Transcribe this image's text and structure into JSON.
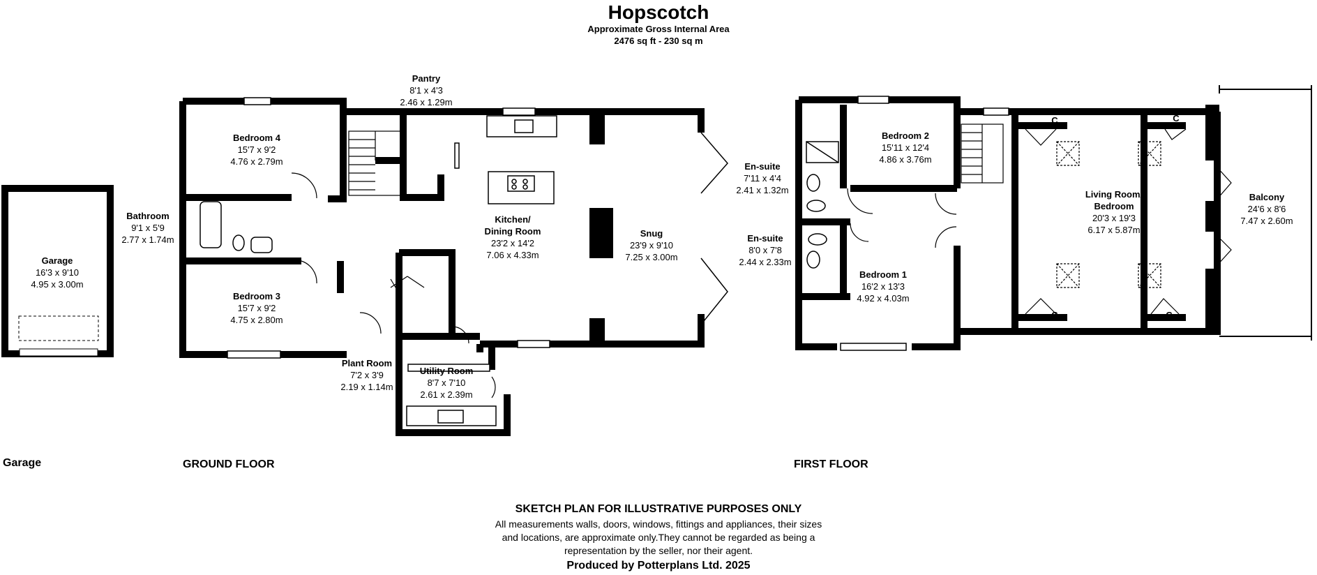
{
  "header": {
    "title": "Hopscotch",
    "area_label": "Approximate Gross Internal Area",
    "area_value": "2476 sq ft - 230 sq m"
  },
  "rooms": {
    "garage": {
      "name": "Garage",
      "imp": "16'3 x 9'10",
      "met": "4.95 x 3.00m"
    },
    "bathroom": {
      "name": "Bathroom",
      "imp": "9'1 x 5'9",
      "met": "2.77 x 1.74m"
    },
    "bedroom4": {
      "name": "Bedroom 4",
      "imp": "15'7 x 9'2",
      "met": "4.76 x 2.79m"
    },
    "bedroom3": {
      "name": "Bedroom 3",
      "imp": "15'7 x 9'2",
      "met": "4.75 x 2.80m"
    },
    "pantry": {
      "name": "Pantry",
      "imp": "8'1 x 4'3",
      "met": "2.46 x 1.29m"
    },
    "kitchen": {
      "name": "Kitchen/",
      "name2": "Dining Room",
      "imp": "23'2 x 14'2",
      "met": "7.06 x 4.33m"
    },
    "snug": {
      "name": "Snug",
      "imp": "23'9 x 9'10",
      "met": "7.25 x 3.00m"
    },
    "plant": {
      "name": "Plant Room",
      "imp": "7'2 x 3'9",
      "met": "2.19 x 1.14m"
    },
    "utility": {
      "name": "Utility Room",
      "imp": "8'7 x 7'10",
      "met": "2.61 x 2.39m"
    },
    "ensuite1": {
      "name": "En-suite",
      "imp": "7'11 x 4'4",
      "met": "2.41 x 1.32m"
    },
    "ensuite2": {
      "name": "En-suite",
      "imp": "8'0 x 7'8",
      "met": "2.44 x 2.33m"
    },
    "bedroom2": {
      "name": "Bedroom 2",
      "imp": "15'11 x 12'4",
      "met": "4.86 x 3.76m"
    },
    "bedroom1": {
      "name": "Bedroom 1",
      "imp": "16'2 x 13'3",
      "met": "4.92 x 4.03m"
    },
    "living": {
      "name": "Living Room/",
      "name2": "Bedroom",
      "imp": "20'3 x 19'3",
      "met": "6.17 x 5.87m"
    },
    "balcony": {
      "name": "Balcony",
      "imp": "24'6 x 8'6",
      "met": "7.47 x 2.60m"
    }
  },
  "cupboard_label": "C",
  "floors": {
    "garage": "Garage",
    "ground": "GROUND FLOOR",
    "first": "FIRST FLOOR"
  },
  "disclaimer": {
    "heading": "SKETCH PLAN FOR ILLUSTRATIVE PURPOSES ONLY",
    "line1": "All measurements walls, doors, windows, fittings and appliances, their sizes",
    "line2": "and locations, are approximate only.They cannot be regarded as being a",
    "line3": "representation by the seller, nor their agent.",
    "credit": "Produced by Potterplans Ltd. 2025"
  }
}
